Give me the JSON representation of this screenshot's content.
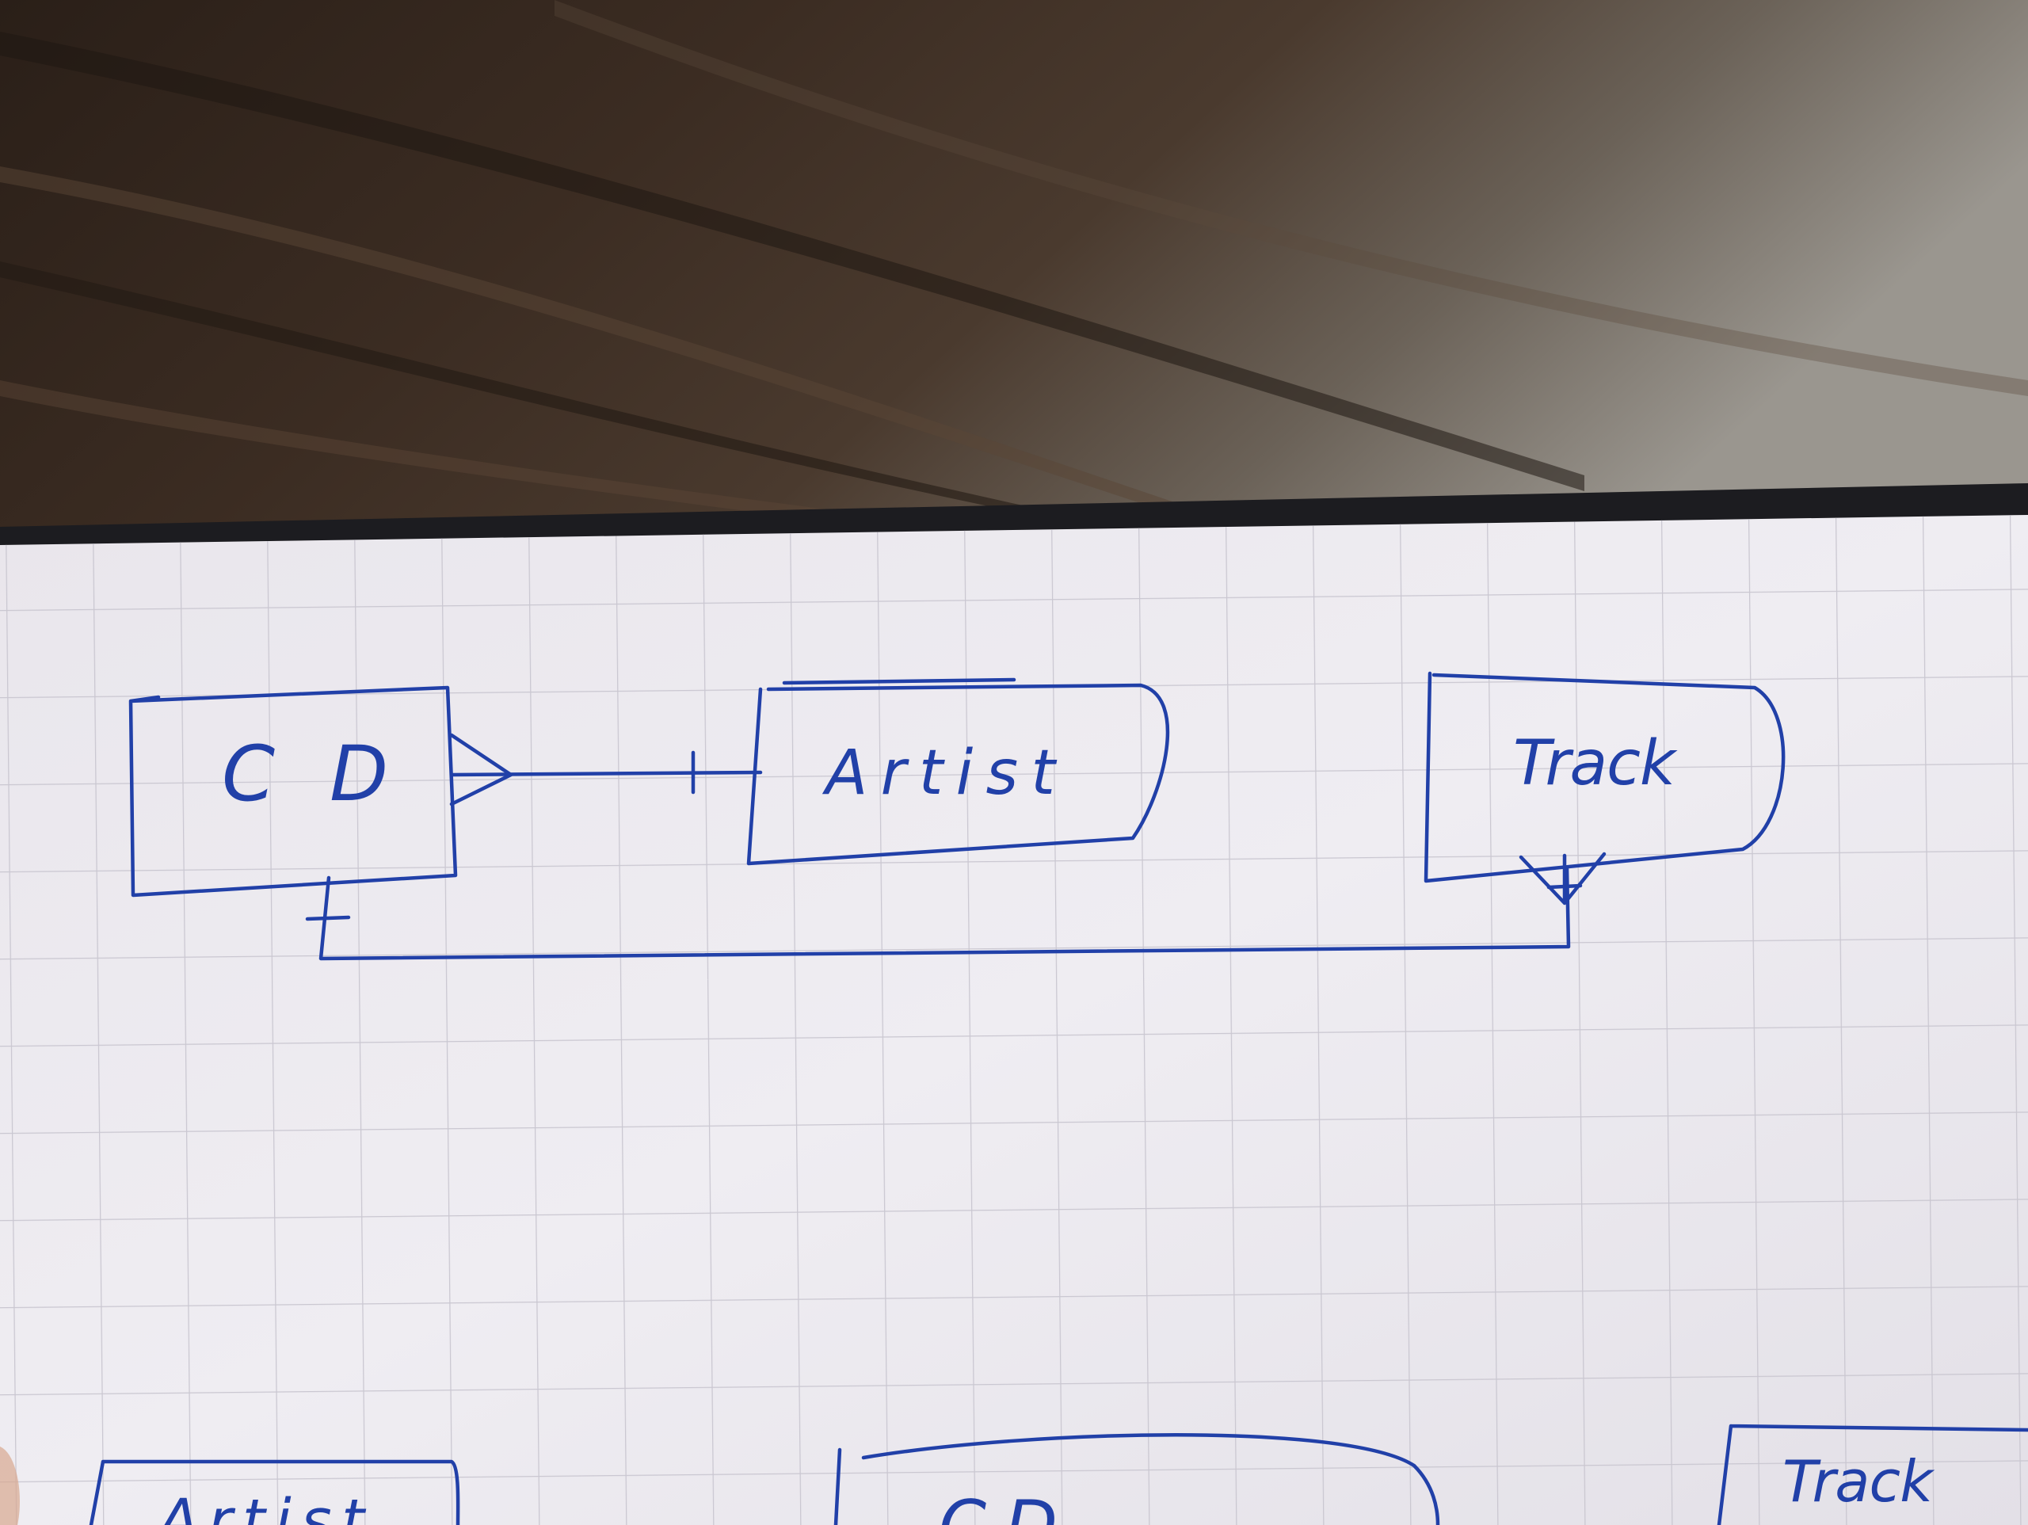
{
  "diagram": {
    "ink_color": "#2140a8",
    "paper_color": "#ece9ee",
    "grid_color": "#c9c6cf",
    "wood_color": "#3a2d24",
    "binder_color": "#1e1e22",
    "entities": [
      {
        "id": "cd",
        "label": "C D"
      },
      {
        "id": "artist",
        "label": "Artist"
      },
      {
        "id": "track",
        "label": "Track"
      }
    ],
    "relationships": [
      {
        "from": "cd",
        "to": "artist",
        "from_end": "many",
        "to_end": "one"
      },
      {
        "from": "cd",
        "to": "track",
        "from_end": "one",
        "to_end": "many"
      }
    ],
    "partial_row": {
      "labels": [
        "Artist",
        "CD",
        "Track"
      ]
    }
  }
}
